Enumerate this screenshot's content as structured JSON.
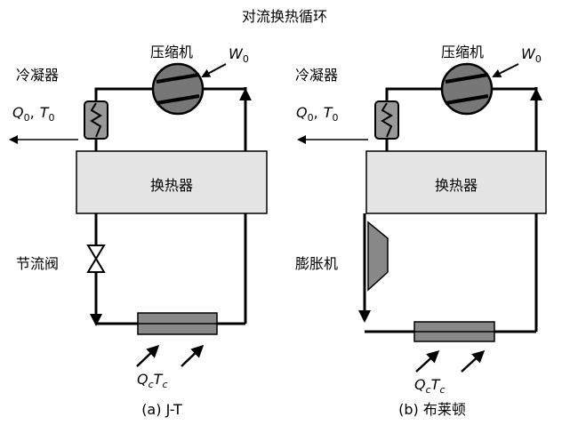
{
  "title": "对流换热循环",
  "left": {
    "compressor": "压缩机",
    "work": {
      "sym": "W",
      "sub": "0"
    },
    "condenser": "冷凝器",
    "heat_out": {
      "q": "Q",
      "q_sub": "0",
      "sep": ",",
      "t": "T",
      "t_sub": "0"
    },
    "exchanger": "换热器",
    "valve": "节流阀",
    "heat_in": {
      "q": "Q",
      "q_sub": "c",
      "t": "T",
      "t_sub": "c"
    },
    "caption": "(a) J-T"
  },
  "right": {
    "compressor": "压缩机",
    "work": {
      "sym": "W",
      "sub": "0"
    },
    "condenser": "冷凝器",
    "heat_out": {
      "q": "Q",
      "q_sub": "0",
      "sep": ",",
      "t": "T",
      "t_sub": "0"
    },
    "exchanger": "换热器",
    "expander": "膨胀机",
    "heat_in": {
      "q": "Q",
      "q_sub": "c",
      "t": "T",
      "t_sub": "c"
    },
    "caption": "(b) 布莱顿"
  }
}
